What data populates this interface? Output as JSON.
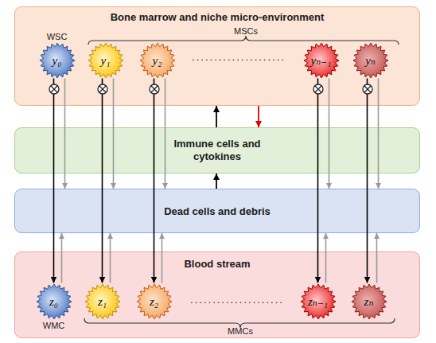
{
  "diagram": {
    "nodes": [
      {
        "text": [
          "Bone marrow and niche micro-environment"
        ]
      },
      {
        "text": [
          "WSC",
          "y₀"
        ],
        "in": 0
      },
      {
        "text": [
          "y₁"
        ],
        "in": 0
      },
      {
        "text": [
          "y₂"
        ],
        "in": 0
      },
      {
        "text": [
          "yₙ₋₁"
        ],
        "in": 0
      },
      {
        "text": [
          "yₙ"
        ],
        "in": 0
      },
      {
        "text": [
          "Immune cells and cytokines"
        ]
      },
      {
        "text": [
          "Dead cells and debris"
        ]
      },
      {
        "text": [
          "Blood stream"
        ]
      },
      {
        "text": [
          "z₀",
          "WMC"
        ],
        "in": 8
      },
      {
        "text": [
          "z₁"
        ],
        "in": 8
      },
      {
        "text": [
          "z₂"
        ],
        "in": 8
      },
      {
        "text": [
          "zₙ₋₁"
        ],
        "in": 8
      },
      {
        "text": [
          "zₙ"
        ],
        "in": 8
      }
    ],
    "edges": [
      {
        "from": 1,
        "to": 9,
        "arrow": "to"
      },
      {
        "from": 2,
        "to": 10,
        "arrow": "to"
      },
      {
        "from": 3,
        "to": 11,
        "arrow": "to"
      },
      {
        "from": 4,
        "to": 12,
        "arrow": "to"
      },
      {
        "from": 5,
        "to": 13,
        "arrow": "to"
      },
      {
        "from": 1,
        "to": 7,
        "arrow": "to"
      },
      {
        "from": 2,
        "to": 7,
        "arrow": "to"
      },
      {
        "from": 3,
        "to": 7,
        "arrow": "to"
      },
      {
        "from": 4,
        "to": 7,
        "arrow": "to"
      },
      {
        "from": 5,
        "to": 7,
        "arrow": "to"
      },
      {
        "from": 9,
        "to": 7,
        "arrow": "to"
      },
      {
        "from": 10,
        "to": 7,
        "arrow": "to"
      },
      {
        "from": 11,
        "to": 7,
        "arrow": "to"
      },
      {
        "from": 12,
        "to": 7,
        "arrow": "to"
      },
      {
        "from": 13,
        "to": 7,
        "arrow": "to"
      },
      {
        "from": 7,
        "to": 6,
        "arrow": "to"
      },
      {
        "from": 6,
        "to": 0,
        "arrow": "to"
      },
      {
        "from": 0,
        "to": 6,
        "arrow": "to"
      }
    ],
    "labels": [
      "MSCs",
      ".....................",
      ".....................",
      "MMCs"
    ]
  }
}
